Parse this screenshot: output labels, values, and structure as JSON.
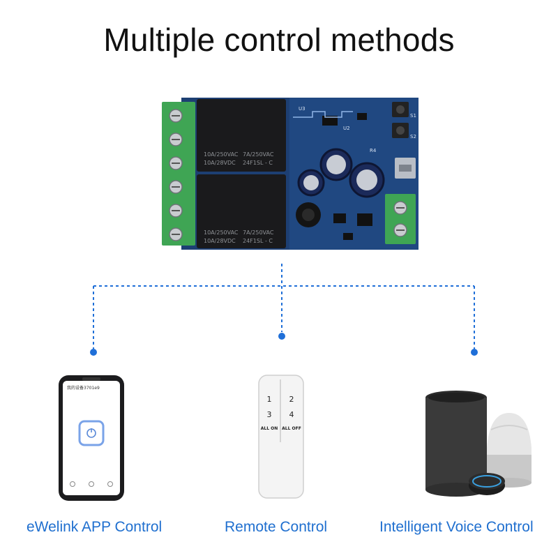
{
  "title": "Multiple control methods",
  "board": {
    "relays": [
      {
        "line1a": "10A/250VAC",
        "line1b": "7A/250VAC",
        "line2a": "10A/28VDC",
        "line2b": "24F1SL - C"
      },
      {
        "line1a": "10A/250VAC",
        "line1b": "7A/250VAC",
        "line2a": "10A/28VDC",
        "line2b": "24F1SL - C"
      }
    ],
    "pcb_marks": [
      "S1",
      "S2",
      "U2",
      "U3",
      "R4"
    ]
  },
  "methods": [
    {
      "label": "eWelink APP Control",
      "icon": "smartphone-app-icon"
    },
    {
      "label": "Remote Control",
      "icon": "remote-control-icon"
    },
    {
      "label": "Intelligent Voice Control",
      "icon": "smart-speakers-icon"
    }
  ],
  "phone": {
    "header": "我的设备3701e9"
  },
  "remote": {
    "keys": [
      "1",
      "2",
      "3",
      "4"
    ],
    "all_on": "ALL ON",
    "all_off": "ALL OFF"
  },
  "colors": {
    "accent": "#1f6fd8",
    "label": "#1f6fcf",
    "pcb": "#1d3f73",
    "terminal": "#3fa554"
  }
}
